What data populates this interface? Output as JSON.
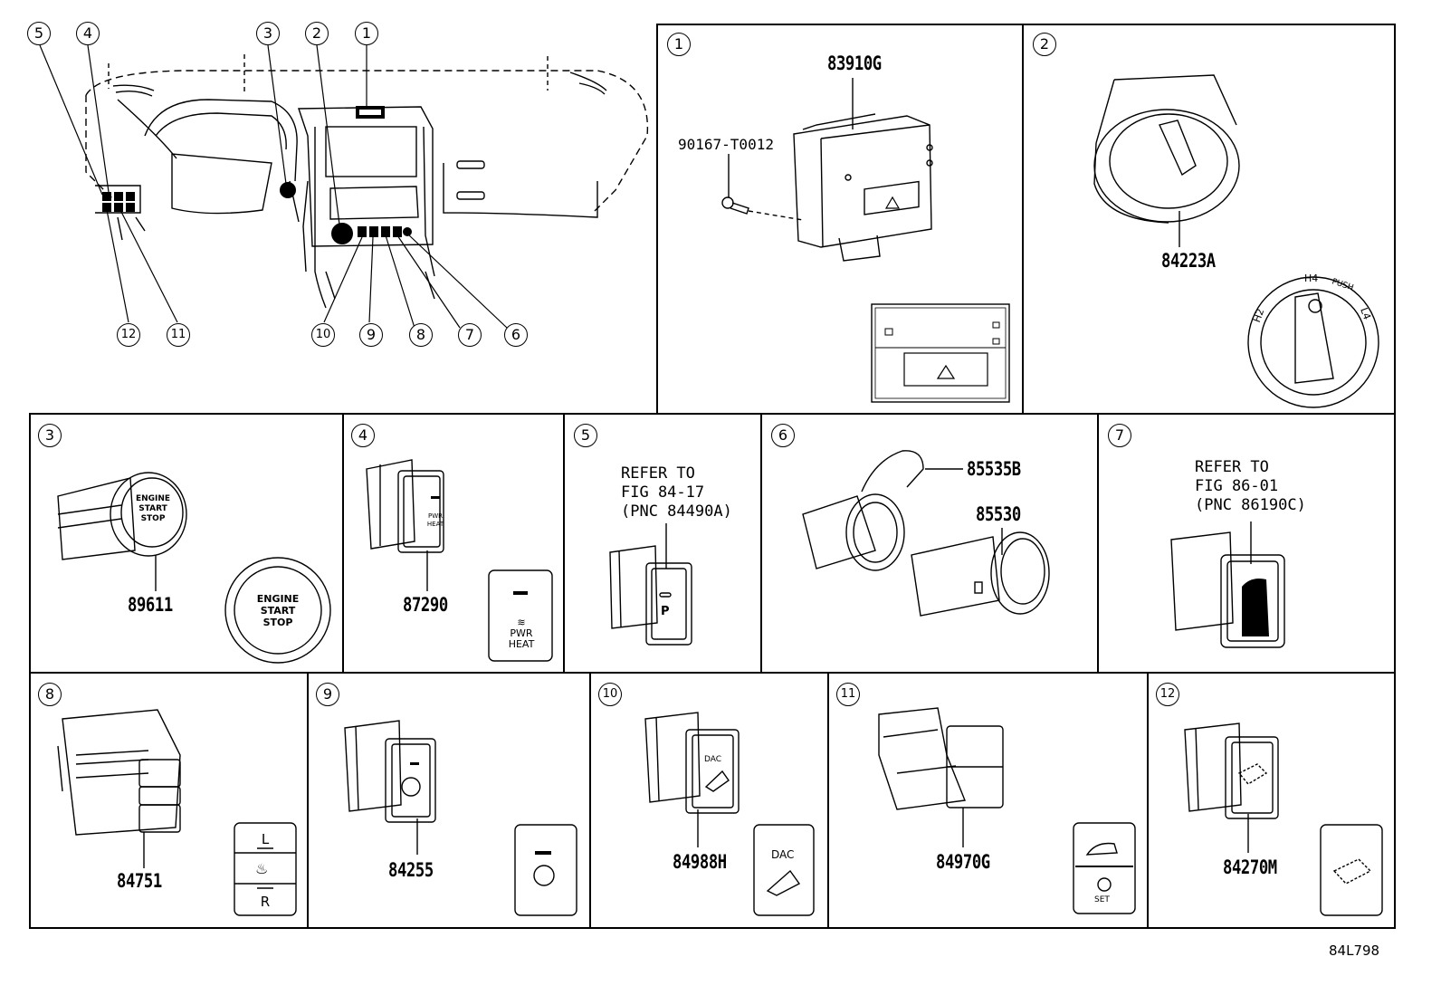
{
  "overview": {
    "callouts": [
      "1",
      "2",
      "3",
      "4",
      "5",
      "6",
      "7",
      "8",
      "9",
      "10",
      "11",
      "12"
    ]
  },
  "panels": {
    "p1": {
      "num": "1",
      "part_a": "83910G",
      "part_b": "90167-T0012"
    },
    "p2": {
      "num": "2",
      "part": "84223A",
      "knob_labels": [
        "H2",
        "H4",
        "PUSH",
        "L4"
      ]
    },
    "p3": {
      "num": "3",
      "part": "89611",
      "btn_text": [
        "ENGINE",
        "START",
        "STOP"
      ]
    },
    "p4": {
      "num": "4",
      "part": "87290",
      "icon_text": [
        "PWR",
        "HEAT"
      ]
    },
    "p5": {
      "num": "5",
      "note": "REFER TO\nFIG 84-17\n(PNC 84490A)",
      "icon_text": "P"
    },
    "p6": {
      "num": "6",
      "part_a": "85535B",
      "part_b": "85530"
    },
    "p7": {
      "num": "7",
      "note": "REFER TO\nFIG 86-01\n(PNC 86190C)"
    },
    "p8": {
      "num": "8",
      "part": "84751",
      "icon_text": [
        "L",
        "R"
      ]
    },
    "p9": {
      "num": "9",
      "part": "84255"
    },
    "p10": {
      "num": "10",
      "part": "84988H",
      "icon_text": "DAC"
    },
    "p11": {
      "num": "11",
      "part": "84970G",
      "icon_text": "SET"
    },
    "p12": {
      "num": "12",
      "part": "84270M"
    }
  },
  "footer": {
    "code": "84L798"
  }
}
